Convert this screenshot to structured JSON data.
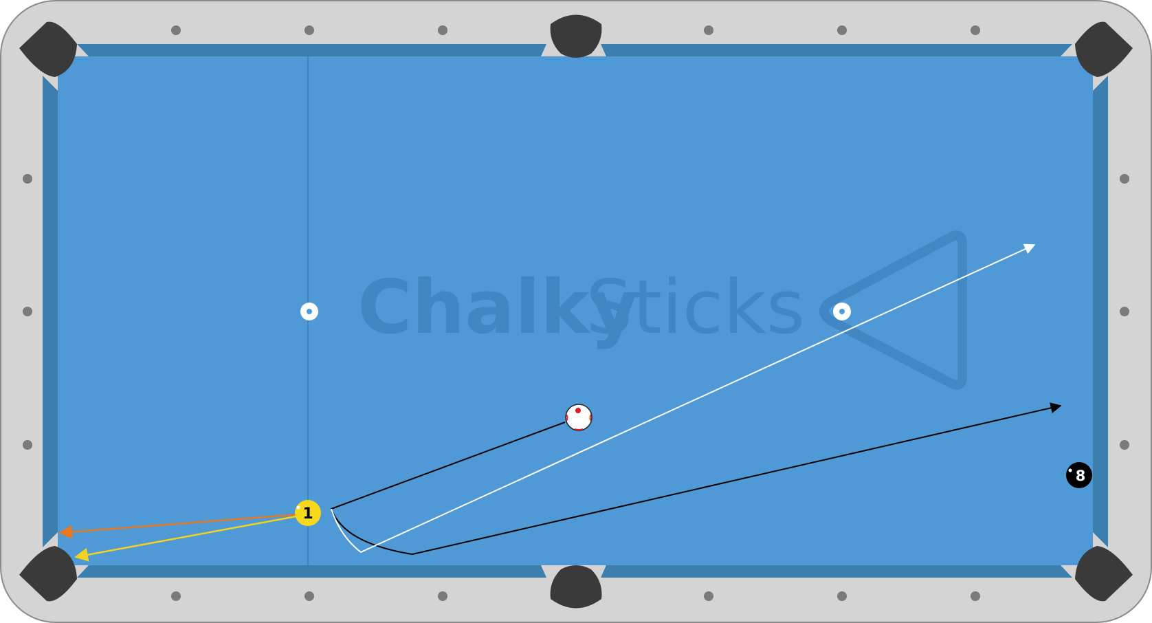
{
  "colors": {
    "rail": "#d4d4d4",
    "rail_outline": "#8a8a8a",
    "cloth": "#4f9ad6",
    "cushion": "#3c7fae",
    "pocket": "#3a3a3a",
    "diamond": "#7a7a7a",
    "head_string": "#3d7fb5",
    "watermark": "#3f86c2",
    "cue_ball": "#ffffff",
    "cue_ball_dot": "#e01b24",
    "ball_1": "#f7d81a",
    "ball_8": "#000000",
    "path_cue_ball": "#000000",
    "path_alt": "#ffffff",
    "path_object_ball_orange": "#e8771e",
    "path_object_ball_yellow": "#f3d21d"
  },
  "watermark": {
    "word1": "Chalky",
    "word2": "Sticks",
    "logo": "triangle-rack-icon"
  },
  "balls": {
    "ball_1": {
      "number": "1"
    },
    "ball_8": {
      "number": "8"
    },
    "cue_ball": {
      "aim_marker": "red-dot"
    }
  },
  "spots": {
    "head_spot": "head-spot",
    "foot_spot": "foot-spot"
  },
  "paths": [
    {
      "name": "cue-ball-path-black",
      "arrow": true
    },
    {
      "name": "cue-ball-path-white",
      "arrow": true
    },
    {
      "name": "object-ball-path-orange",
      "arrow": true
    },
    {
      "name": "object-ball-path-yellow",
      "arrow": true
    }
  ]
}
